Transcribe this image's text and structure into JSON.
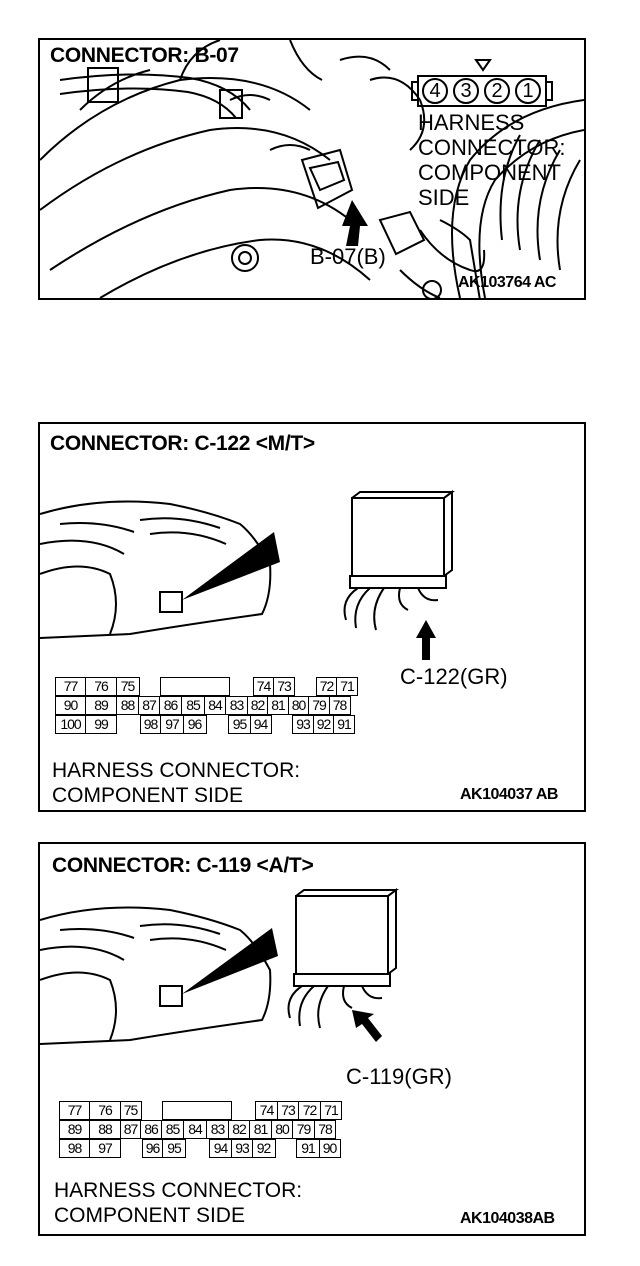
{
  "panels": [
    {
      "title": "CONNECTOR: B-07",
      "pins": [
        "4",
        "3",
        "2",
        "1"
      ],
      "note_lines": [
        "HARNESS",
        "CONNECTOR:",
        "COMPONENT",
        "SIDE"
      ],
      "callout": "B-07(B)",
      "code": "AK103764 AC"
    },
    {
      "title": "CONNECTOR: C-122 <M/T>",
      "callout": "C-122(GR)",
      "rows": [
        [
          "77",
          "76",
          "75",
          "",
          "",
          "",
          "",
          "",
          "74",
          "73",
          "",
          "72",
          "71"
        ],
        [
          "90",
          "89",
          "88",
          "87",
          "86",
          "85",
          "84",
          "83",
          "82",
          "81",
          "80",
          "79",
          "78"
        ],
        [
          "100",
          "99",
          "",
          "98",
          "97",
          "96",
          "",
          "95",
          "94",
          "",
          "93",
          "92",
          "91"
        ]
      ],
      "footer_lines": [
        "HARNESS CONNECTOR:",
        "COMPONENT SIDE"
      ],
      "code": "AK104037 AB"
    },
    {
      "title": "CONNECTOR: C-119 <A/T>",
      "callout": "C-119(GR)",
      "rows": [
        [
          "77",
          "76",
          "75",
          "",
          "",
          "",
          "",
          "74",
          "73",
          "72",
          "71"
        ],
        [
          "89",
          "88",
          "87",
          "86",
          "85",
          "84",
          "83",
          "82",
          "81",
          "80",
          "79",
          "78"
        ],
        [
          "98",
          "97",
          "",
          "96",
          "95",
          "",
          "94",
          "93",
          "92",
          "",
          "91",
          "90"
        ]
      ],
      "footer_lines": [
        "HARNESS CONNECTOR:",
        "COMPONENT SIDE"
      ],
      "code": "AK104038AB"
    }
  ]
}
